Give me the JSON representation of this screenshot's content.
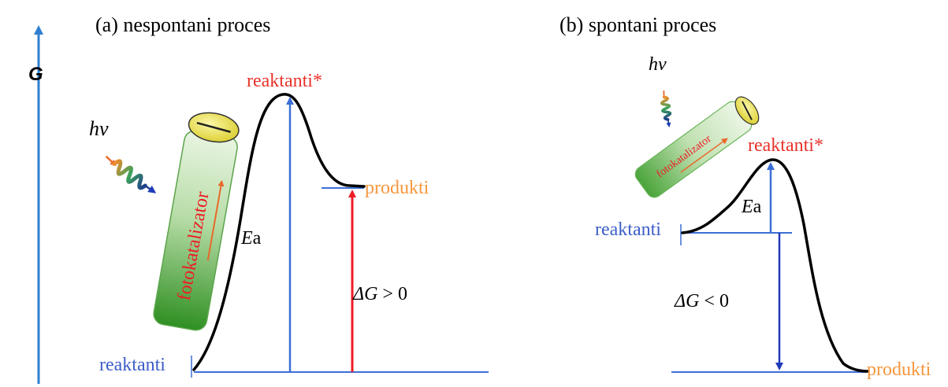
{
  "axis": {
    "label": "G"
  },
  "colors": {
    "axis_blue": "#2f7fd0",
    "line_blue": "#3b6fd6",
    "arrow_red": "#ee1c25",
    "label_red": "#e8322b",
    "label_orange": "#f7963c",
    "label_blue": "#3d5ec9",
    "curve_black": "#000000",
    "dark_blue_arrow": "#1f3bb8",
    "tube_green": "#3f9a2e",
    "disk_yellow": "#f2e94a"
  },
  "panel_a": {
    "title": "(a) nespontani proces",
    "photon": "hν",
    "catalyst": "fotokatalizator",
    "reactants_star": "reaktanti*",
    "products": "produkti",
    "reactants": "reaktanti",
    "ea_italic": "E",
    "ea_rest": "a",
    "dg_italic": "ΔG",
    "dg_rest": " > 0"
  },
  "panel_b": {
    "title": "(b) spontani proces",
    "photon": "hν",
    "catalyst": "fotokatalizator",
    "reactants_star": "reaktanti*",
    "products": "produkti",
    "reactants": "reaktanti",
    "ea_italic": "E",
    "ea_rest": "a",
    "dg_italic": "ΔG",
    "dg_rest": " < 0"
  }
}
